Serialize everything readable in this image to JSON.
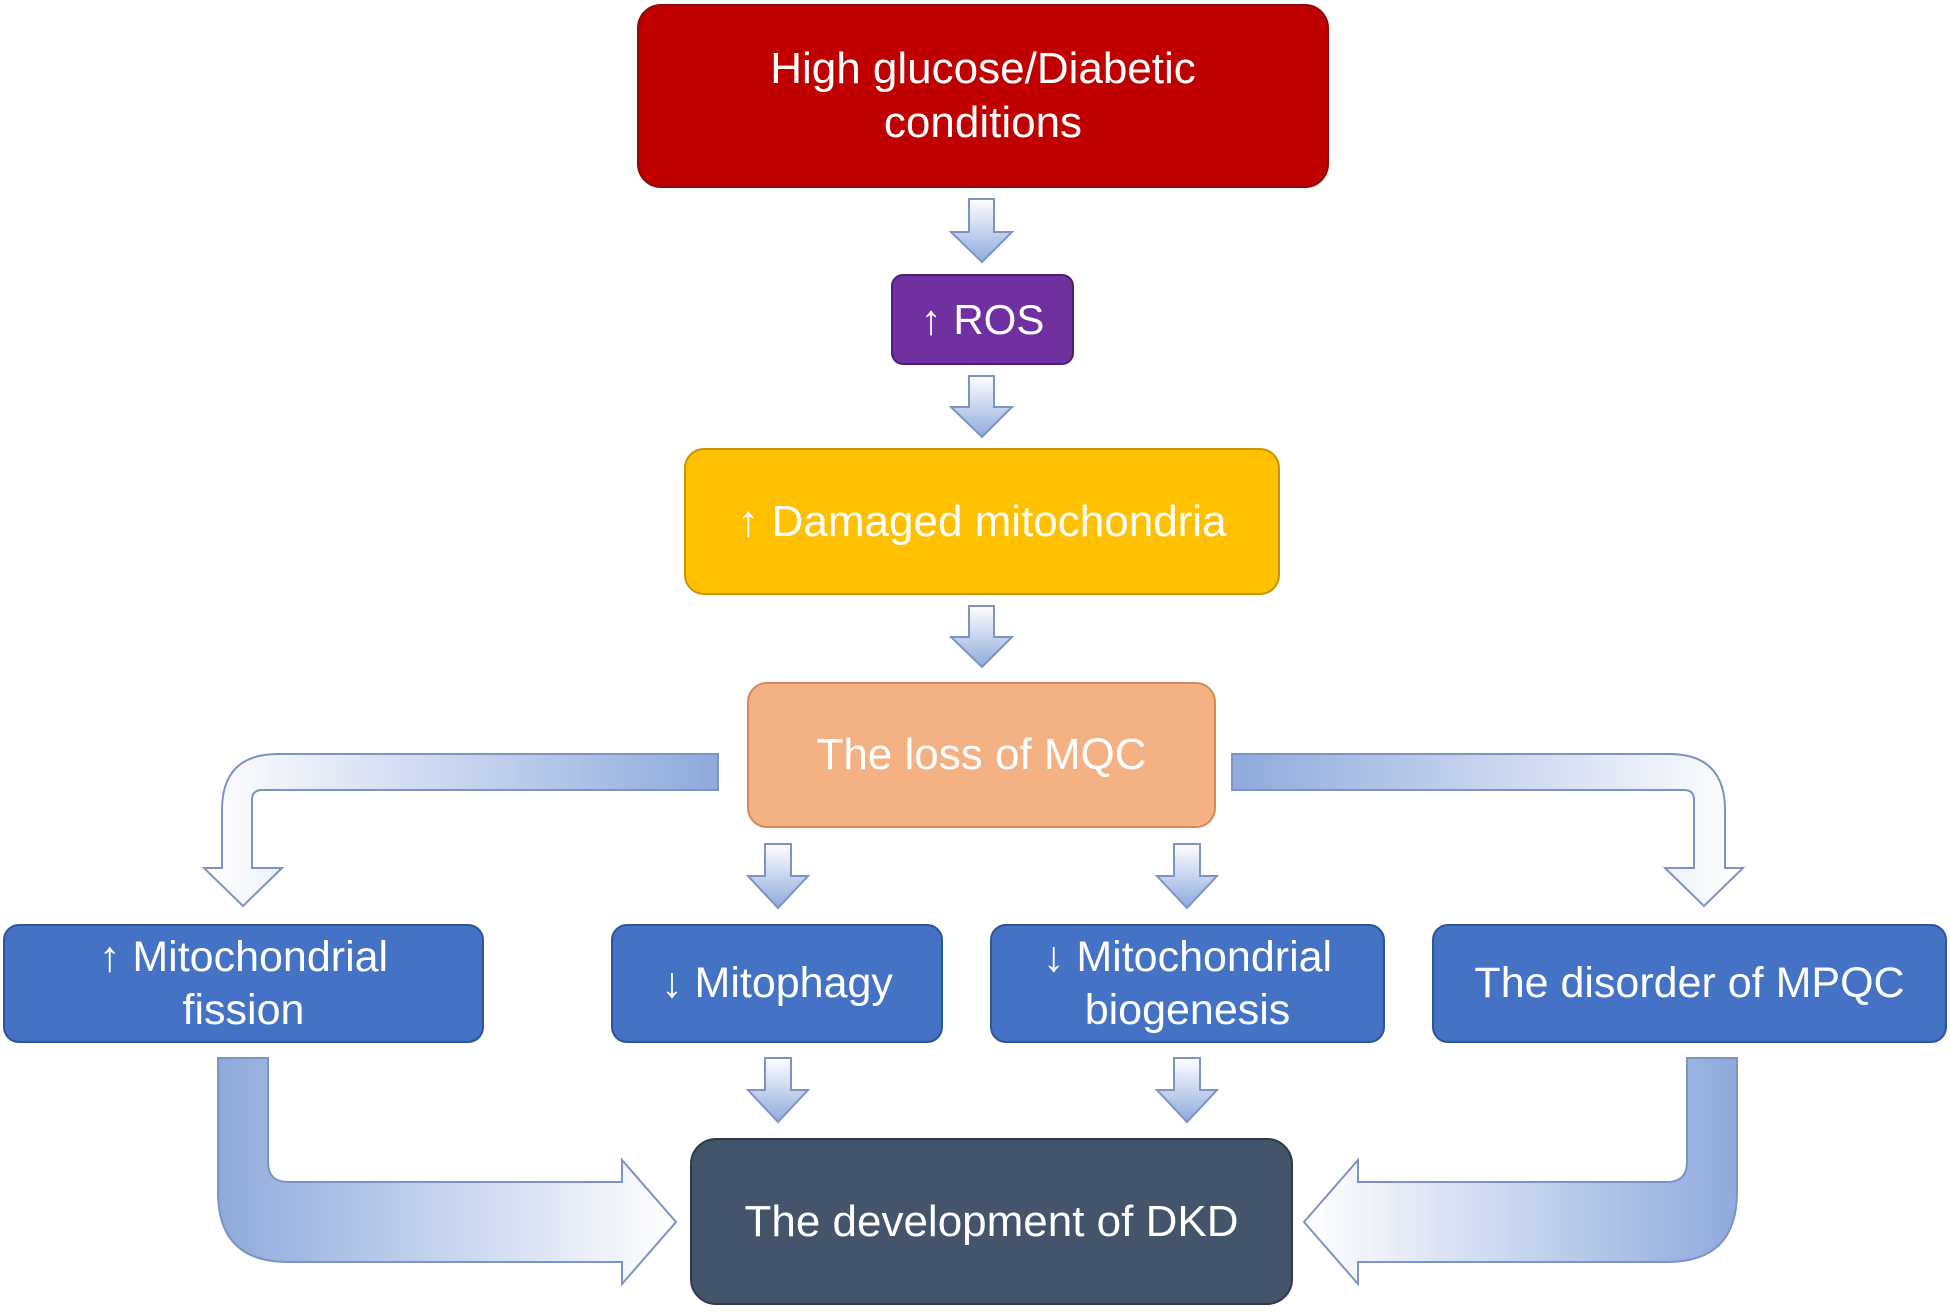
{
  "colors": {
    "top": "#c00000",
    "top_border": "#8b0a0a",
    "ros": "#7030a0",
    "ros_border": "#4b1f72",
    "damaged": "#ffc000",
    "damaged_border": "#c99600",
    "mqc": "#f4b183",
    "mqc_border": "#d48a5a",
    "blue": "#4472c4",
    "blue_border": "#2f5597",
    "dkd": "#44546a",
    "dkd_border": "#2e3a4a",
    "arrow_dark": "#8faadc",
    "arrow_light": "#ffffff",
    "arrow_outline": "#7d93c4"
  },
  "nodes": {
    "top": "High glucose/Diabetic\nconditions",
    "ros": "↑ ROS",
    "damaged": "↑ Damaged mitochondria",
    "mqc": "The loss of MQC",
    "fission": "↑ Mitochondrial\nfission",
    "mitophagy": "↓ Mitophagy",
    "biogenesis": "↓ Mitochondrial\nbiogenesis",
    "mpqc": "The disorder of MPQC",
    "dkd": "The development of DKD"
  },
  "edges": [
    {
      "from": "top",
      "to": "ros"
    },
    {
      "from": "ros",
      "to": "damaged"
    },
    {
      "from": "damaged",
      "to": "mqc"
    },
    {
      "from": "mqc",
      "to": "fission"
    },
    {
      "from": "mqc",
      "to": "mitophagy"
    },
    {
      "from": "mqc",
      "to": "biogenesis"
    },
    {
      "from": "mqc",
      "to": "mpqc"
    },
    {
      "from": "fission",
      "to": "dkd"
    },
    {
      "from": "mitophagy",
      "to": "dkd"
    },
    {
      "from": "biogenesis",
      "to": "dkd"
    },
    {
      "from": "mpqc",
      "to": "dkd"
    }
  ]
}
